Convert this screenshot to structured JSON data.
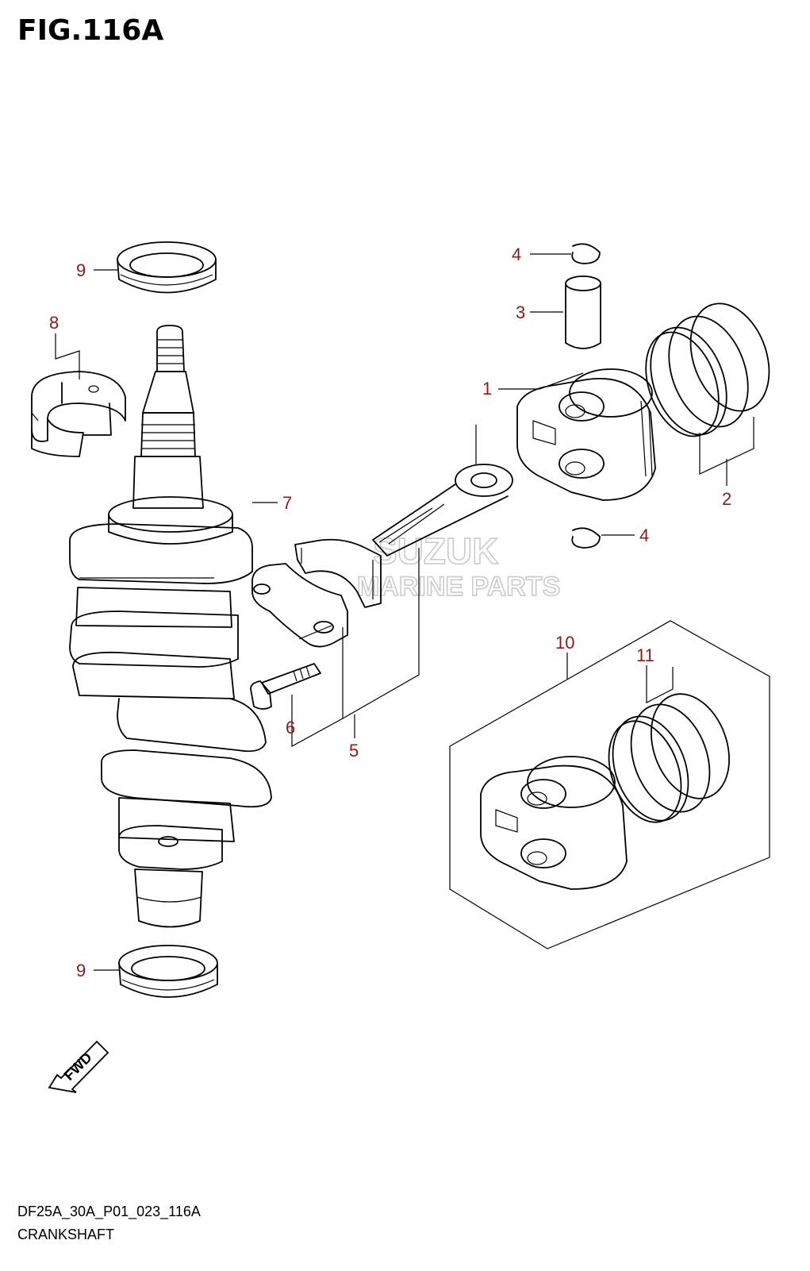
{
  "figure": {
    "title": "FIG.116A"
  },
  "footer": {
    "code": "DF25A_30A_P01_023_116A",
    "name": "CRANKSHAFT"
  },
  "watermark": {
    "line1": "SUZUK",
    "line2": "MARINE PARTS"
  },
  "fwd_label": "FWD",
  "callouts": [
    {
      "id": "1",
      "label": "1"
    },
    {
      "id": "2",
      "label": "2"
    },
    {
      "id": "3",
      "label": "3"
    },
    {
      "id": "4a",
      "label": "4"
    },
    {
      "id": "4b",
      "label": "4"
    },
    {
      "id": "5",
      "label": "5"
    },
    {
      "id": "6",
      "label": "6"
    },
    {
      "id": "7",
      "label": "7"
    },
    {
      "id": "8",
      "label": "8"
    },
    {
      "id": "9a",
      "label": "9"
    },
    {
      "id": "9b",
      "label": "9"
    },
    {
      "id": "10",
      "label": "10"
    },
    {
      "id": "11",
      "label": "11"
    }
  ],
  "colors": {
    "callout": "#8b1a1a",
    "line": "#000000",
    "watermark": "#c8c8c8"
  }
}
